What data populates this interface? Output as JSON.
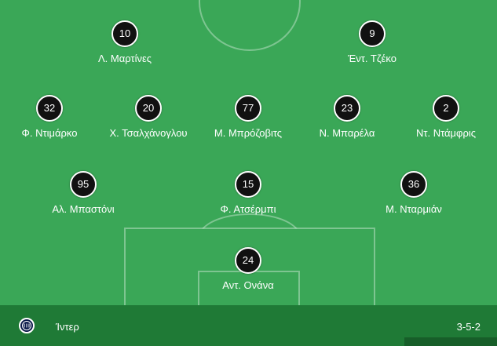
{
  "team": {
    "name": "Ίντερ",
    "formation": "3-5-2",
    "logo_icon": "inter-crest-icon"
  },
  "colors": {
    "pitch": "#3aa757",
    "footer": "#1f7a36",
    "player_marker": "#111111"
  },
  "players": [
    {
      "number": "10",
      "name": "Λ. Μαρτίνες"
    },
    {
      "number": "9",
      "name": "Έντ. Τζέκο"
    },
    {
      "number": "32",
      "name": "Φ. Ντιμάρκο"
    },
    {
      "number": "20",
      "name": "Χ. Τσαλχάνογλου"
    },
    {
      "number": "77",
      "name": "Μ. Μπρόζοβιτς"
    },
    {
      "number": "23",
      "name": "Ν. Μπαρέλα"
    },
    {
      "number": "2",
      "name": "Ντ. Ντάμφρις"
    },
    {
      "number": "95",
      "name": "Αλ. Μπαστόνι"
    },
    {
      "number": "15",
      "name": "Φ. Ατσέρμπι"
    },
    {
      "number": "36",
      "name": "Μ. Νταρμιάν"
    },
    {
      "number": "24",
      "name": "Αντ. Ονάνα"
    }
  ]
}
